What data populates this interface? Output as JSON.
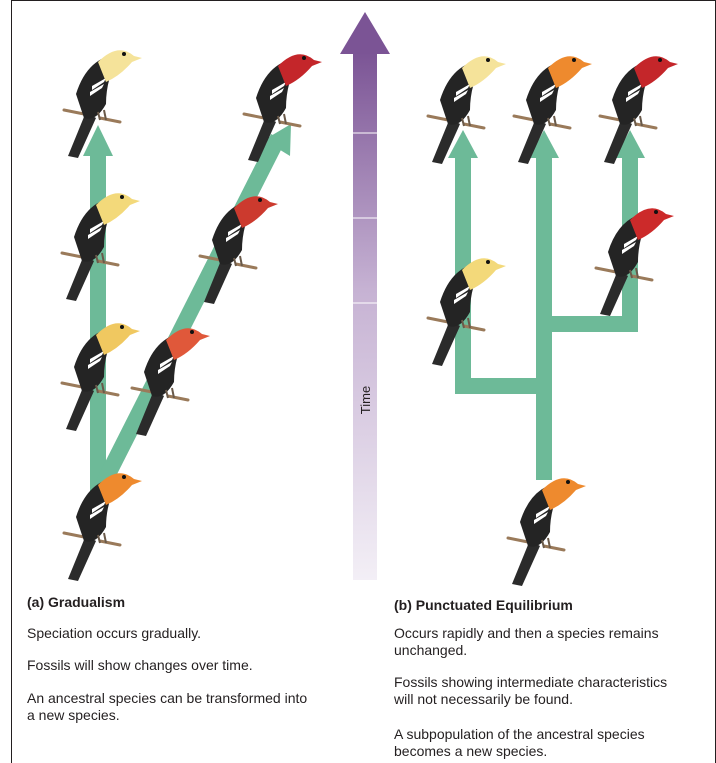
{
  "time_axis": {
    "label": "Time",
    "direction": "up"
  },
  "panels": [
    {
      "id": "a",
      "title": "(a) Gradualism",
      "lines": [
        "Speciation occurs gradually.",
        "Fossils will show changes over time.",
        "An ancestral species can be transformed into",
        "a new species."
      ]
    },
    {
      "id": "b",
      "title": "(b) Punctuated Equilibrium",
      "lines": [
        "Occurs rapidly and then a species remains",
        "unchanged.",
        "Fossils showing intermediate characteristics",
        "will not necessarily be found.",
        "A subpopulation of the ancestral species",
        "becomes a new species."
      ]
    }
  ],
  "colors": {
    "arrow": "#6dba98",
    "time_top": "#7b5495",
    "time_bottom": "#f1ecf4",
    "bird_body": "#2b2b2b",
    "head_yellow": "#f3d97a",
    "head_orange": "#ee8a2e",
    "head_red": "#cc2a2a"
  },
  "birds": {
    "gradualism": [
      "orange",
      "yellow",
      "yellow",
      "yellow",
      "red-orange",
      "red",
      "red"
    ],
    "punctuated": [
      "orange",
      "yellow",
      "yellow",
      "orange",
      "red",
      "red"
    ]
  }
}
